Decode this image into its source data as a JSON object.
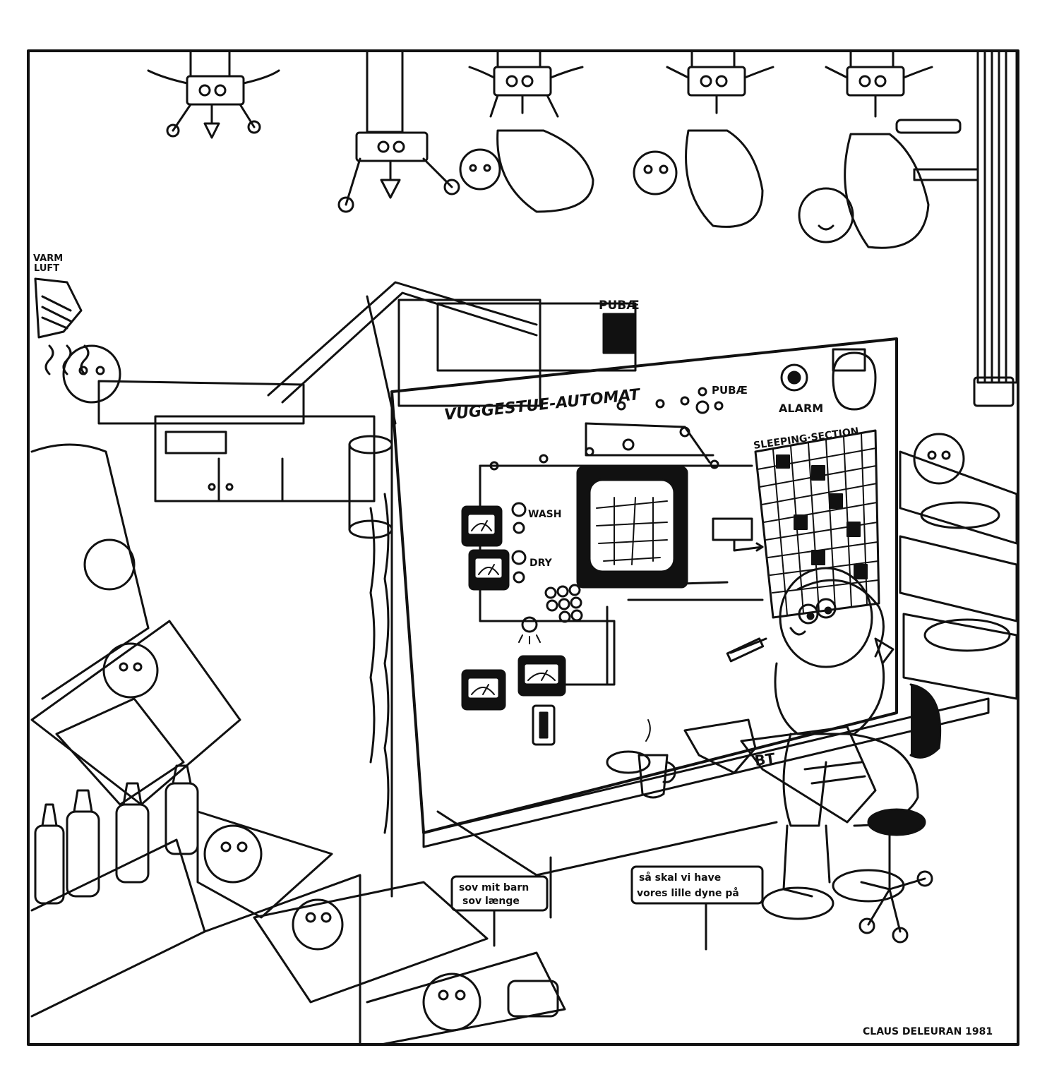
{
  "labels": {
    "varm": "VARM",
    "luft": "LUFT",
    "pubae_wall": "PUBÆ",
    "panel_title": "VUGGESTUE-AUTOMAT",
    "panel_pubae": "PUBÆ",
    "alarm": "ALARM",
    "sleeping_section": "SLEEPING·SECTION",
    "wash": "WASH",
    "dry": "DRY",
    "newspaper": "BT",
    "signature": "CLAUS DELEURAN 1981"
  },
  "signs": {
    "left_line1": "sov mit barn",
    "left_line2": "sov længe",
    "right_line1": "så skal vi have",
    "right_line2": "vores lille dyne på"
  },
  "colors": {
    "ink": "#111111",
    "paper": "#ffffff"
  }
}
